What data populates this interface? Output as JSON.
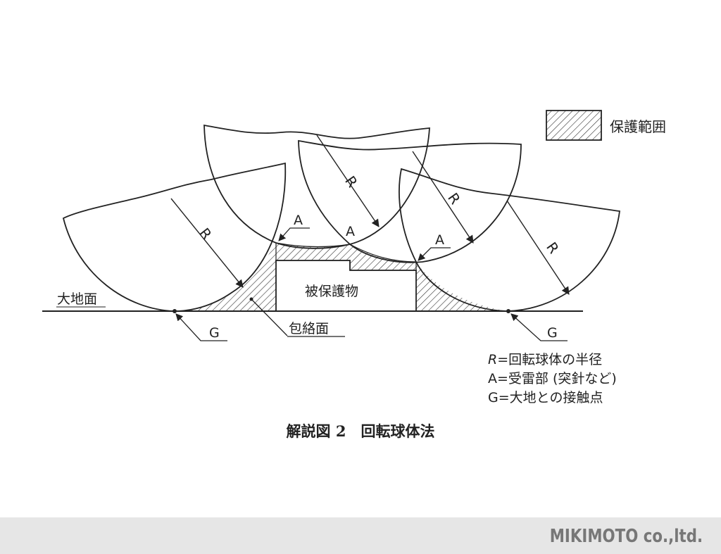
{
  "legend": {
    "protected_range_label": "保護範囲"
  },
  "labels": {
    "radius": "R",
    "receptor": "A",
    "ground_contact": "G",
    "ground_surface": "大地面",
    "protected_object": "被保護物",
    "envelope_surface": "包絡面"
  },
  "notes": {
    "r_symbol": "R",
    "r_text": "=回転球体の半径",
    "a_line": "A=受雷部 (突針など)",
    "g_line": "G=大地との接触点"
  },
  "caption": "解説図 2　回転球体法",
  "footer": {
    "brand": "MIKIMOTO co.,ltd."
  }
}
